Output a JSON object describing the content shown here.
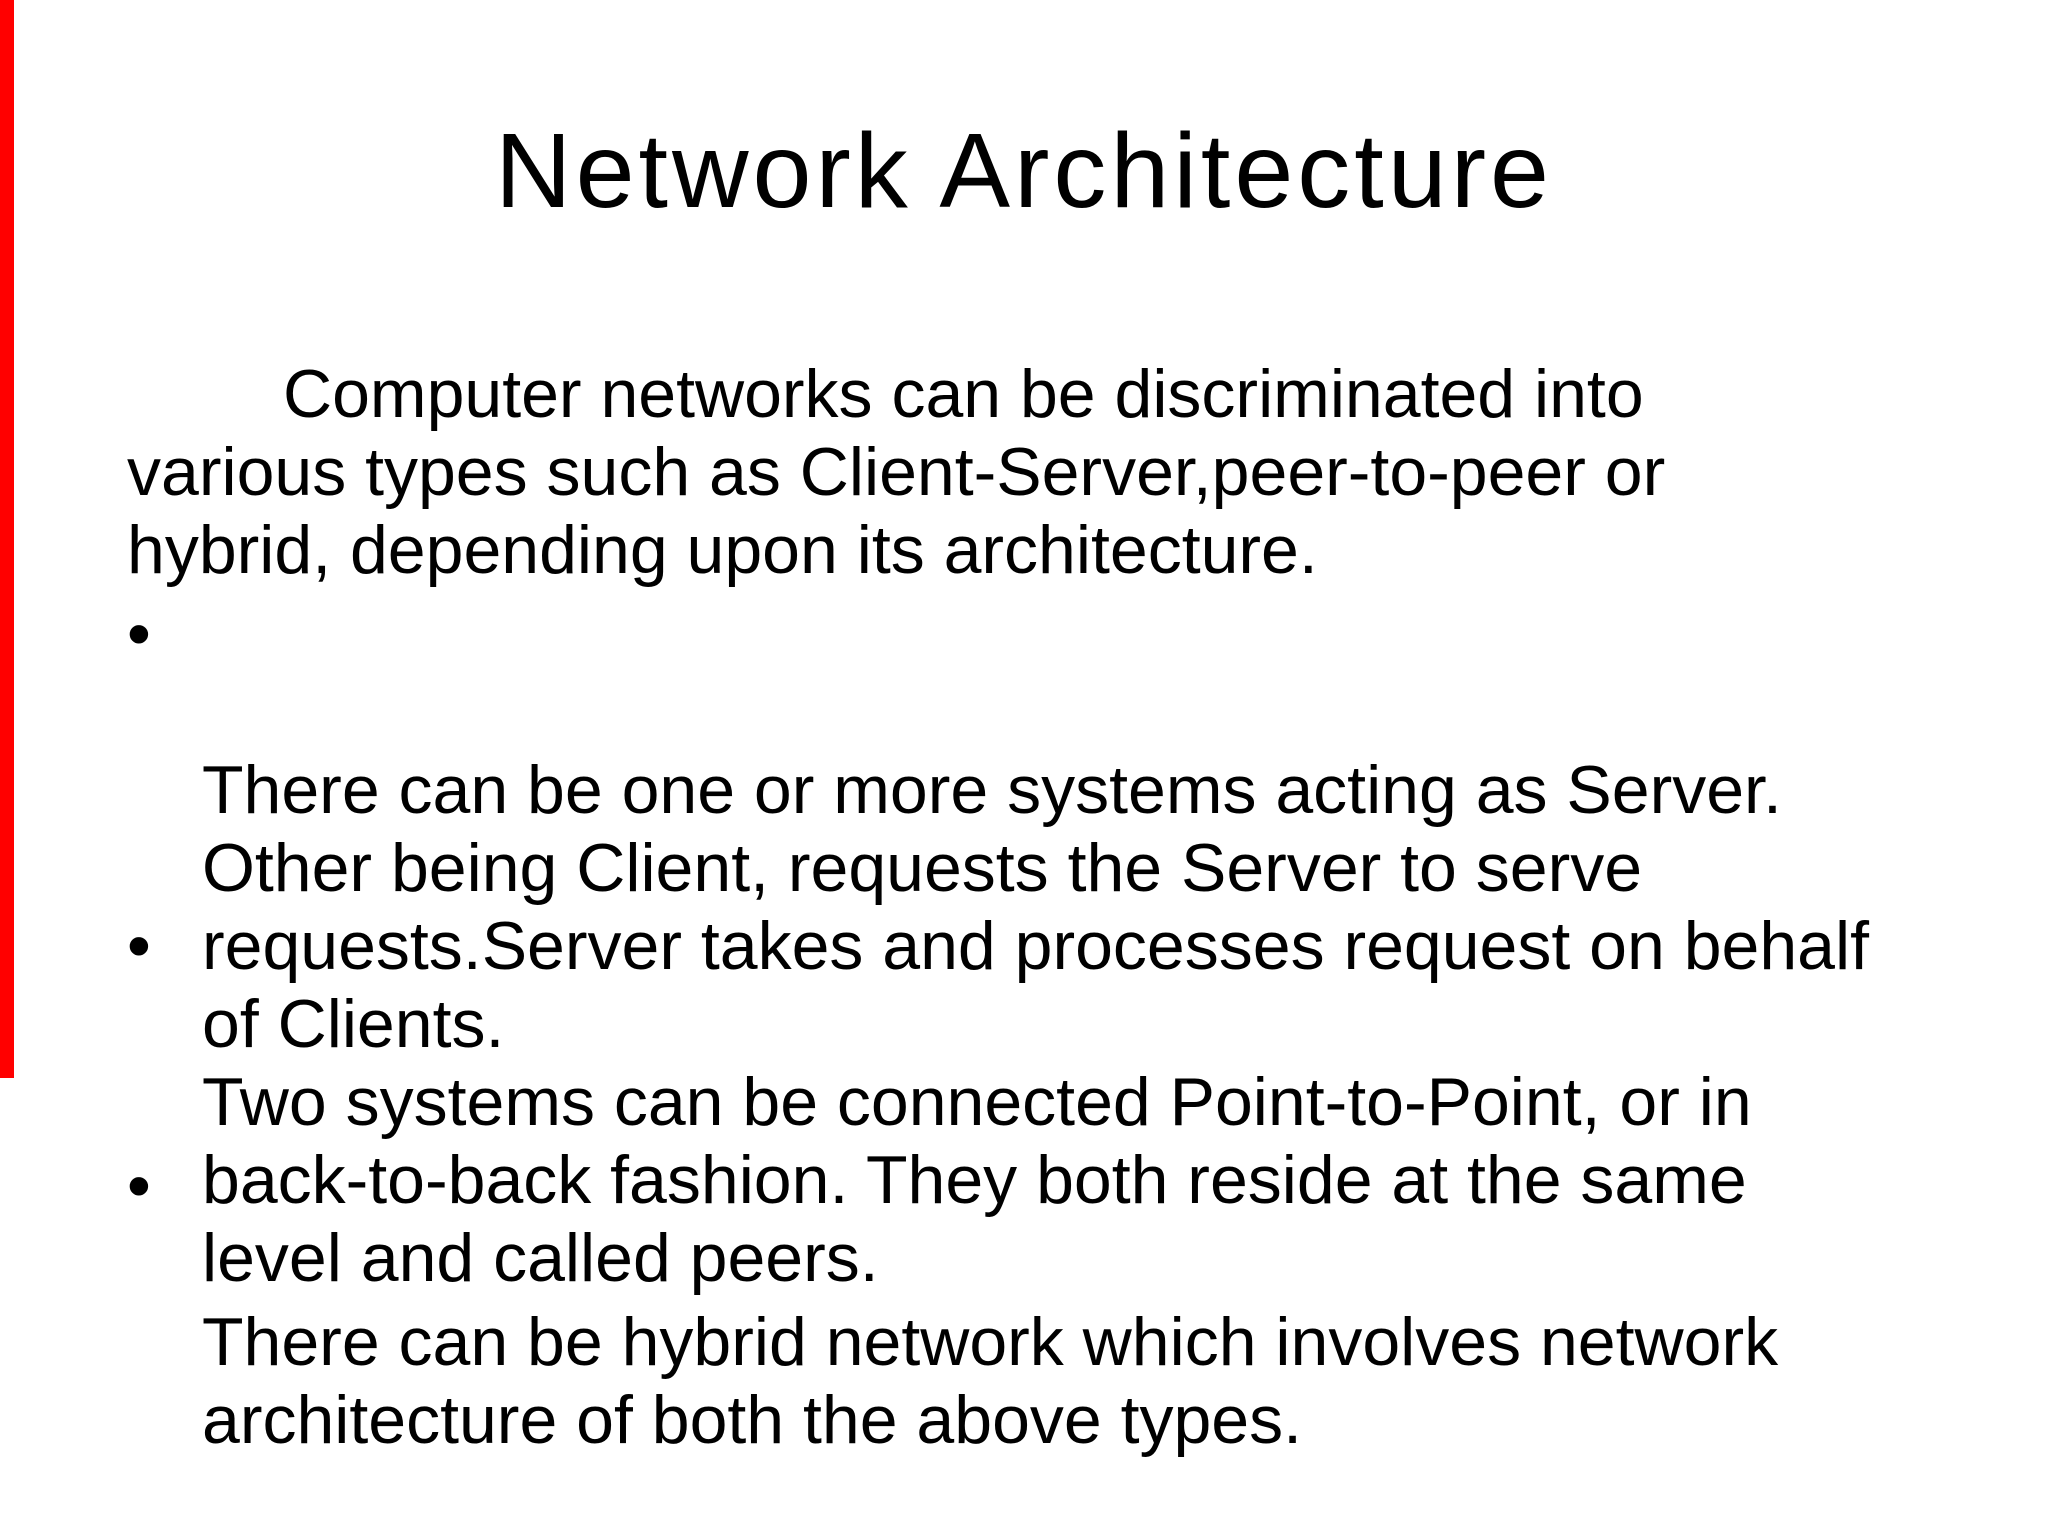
{
  "slide": {
    "title": "Network Architecture",
    "paragraph": {
      "lines": [
        "Computer networks can be discriminated into",
        "various types such as Client-Server,peer-to-peer or",
        "hybrid, depending upon its architecture."
      ]
    },
    "bullets": [
      {
        "marker": "•",
        "lines": [
          "There can be one or more systems acting as Server.",
          "Other being Client, requests the Server to serve",
          "requests.Server takes and processes request on behalf",
          "of Clients."
        ]
      },
      {
        "marker": "•",
        "lines": [
          "Two systems can be connected Point-to-Point, or in",
          "back-to-back fashion. They both reside at the same",
          "level and called peers."
        ]
      },
      {
        "marker": "•",
        "lines": [
          "There can be hybrid network which involves network",
          "architecture of both the above types."
        ]
      }
    ],
    "colors": {
      "background": "#FFFFFF",
      "text": "#000000",
      "red_bar": "#FF0000"
    }
  }
}
